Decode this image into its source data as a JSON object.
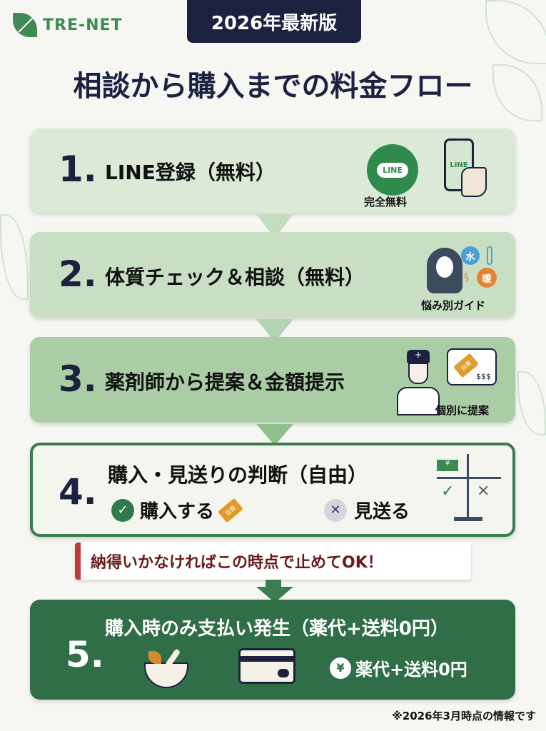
{
  "brand": {
    "name": "TRE-NET",
    "edition_badge": "2026年最新版"
  },
  "title": "相談から購入までの料金フロー",
  "steps": [
    {
      "number": "1.",
      "label": "LINE登録（無料）",
      "icon_caption": "完全無料",
      "line_badge": "LINE",
      "phone_screen": "LINE"
    },
    {
      "number": "2.",
      "label": "体質チェック＆相談（無料）",
      "icon_caption": "悩み別ガイド",
      "chips": [
        "水",
        "暖"
      ]
    },
    {
      "number": "3.",
      "label": "薬剤師から提案＆金額提示",
      "icon_caption": "個別に提案",
      "bubble_text": "$$$",
      "tag_text": "自費"
    },
    {
      "number": "4.",
      "label": "購入・見送りの判断（自由）",
      "option_buy": "購入する",
      "option_skip": "見送る",
      "tag_text": "自費",
      "money_symbol": "¥"
    },
    {
      "number": "5.",
      "label": "購入時のみ支払い発生（薬代+送料0円）",
      "price_text": "薬代+送料0円",
      "yen_symbol": "¥"
    }
  ],
  "note": "納得いかなければこの時点で止めてOK！",
  "footnote": "※2026年3月時点の情報です",
  "colors": {
    "navy": "#1c2140",
    "green": "#2f6e46",
    "accent_red": "#c0393b"
  }
}
